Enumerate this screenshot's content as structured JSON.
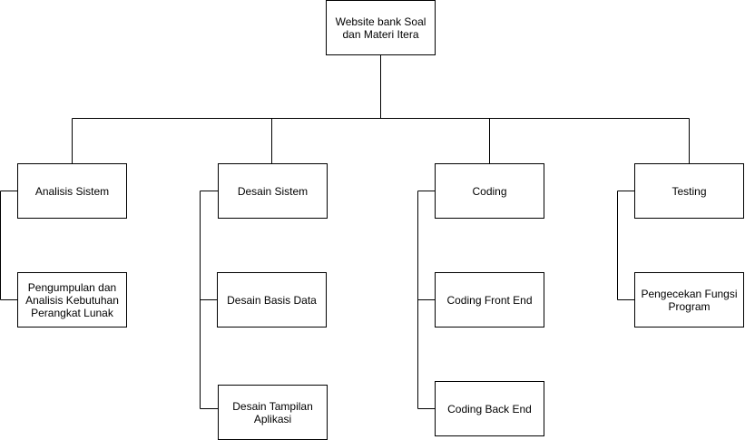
{
  "root": {
    "label": "Website bank Soal dan Materi Itera"
  },
  "phases": [
    {
      "label": "Analisis Sistem",
      "children": [
        "Pengumpulan dan Analisis Kebutuhan Perangkat Lunak"
      ]
    },
    {
      "label": "Desain Sistem",
      "children": [
        "Desain Basis Data",
        "Desain Tampilan Aplikasi"
      ]
    },
    {
      "label": "Coding",
      "children": [
        "Coding Front End",
        "Coding Back End"
      ]
    },
    {
      "label": "Testing",
      "children": [
        "Pengecekan Fungsi Program"
      ]
    }
  ]
}
